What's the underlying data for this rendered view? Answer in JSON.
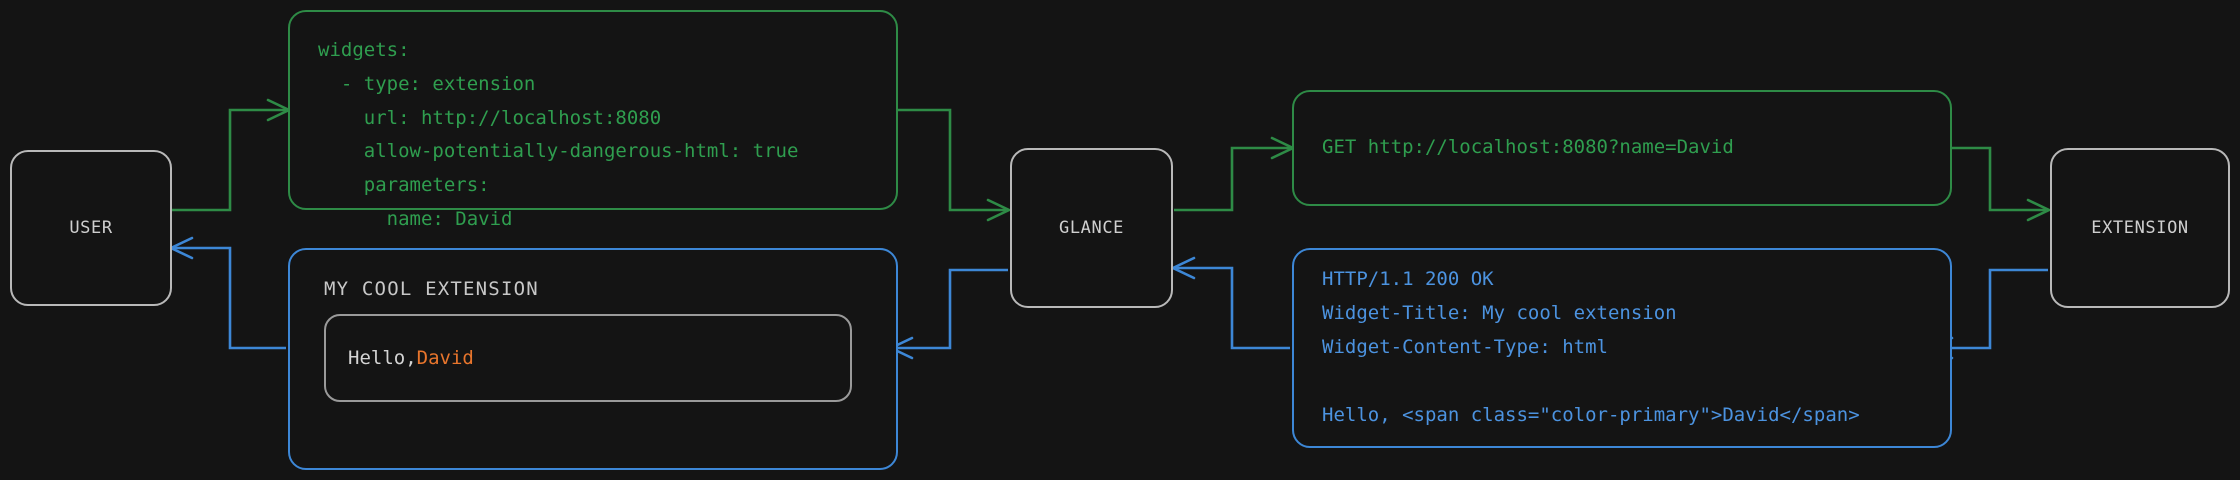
{
  "theme": {
    "background": "#141414",
    "node_border": "#b9b9b9",
    "node_text": "#cfcfcf",
    "green": "#2e8b46",
    "green_text": "#2f9e4f",
    "blue": "#3d87d6",
    "blue_text": "#4c93e0",
    "accent_orange": "#e8752c",
    "widget_border": "#9a9a9a"
  },
  "nodes": {
    "user": {
      "label": "USER"
    },
    "glance": {
      "label": "GLANCE"
    },
    "extension": {
      "label": "EXTENSION"
    }
  },
  "panels": {
    "config": {
      "kind": "yaml-config",
      "color": "green",
      "text": "widgets:\n  - type: extension\n    url: http://localhost:8080\n    allow-potentially-dangerous-html: true\n    parameters:\n      name: David"
    },
    "request": {
      "kind": "http-request",
      "color": "green",
      "text": "GET http://localhost:8080?name=David"
    },
    "response": {
      "kind": "http-response",
      "color": "blue",
      "text": "HTTP/1.1 200 OK\nWidget-Title: My cool extension\nWidget-Content-Type: html\n\nHello, <span class=\"color-primary\">David</span>"
    },
    "widget_preview": {
      "kind": "rendered-widget",
      "color": "blue",
      "title": "MY COOL EXTENSION",
      "greeting": "Hello, ",
      "name": "David"
    }
  },
  "edges": [
    {
      "name": "user-to-config",
      "color": "green",
      "direction": "right"
    },
    {
      "name": "config-to-glance",
      "color": "green",
      "direction": "right"
    },
    {
      "name": "glance-to-request",
      "color": "green",
      "direction": "right"
    },
    {
      "name": "request-to-extension",
      "color": "green",
      "direction": "right"
    },
    {
      "name": "extension-to-response",
      "color": "blue",
      "direction": "left"
    },
    {
      "name": "response-to-glance",
      "color": "blue",
      "direction": "left"
    },
    {
      "name": "glance-to-widget",
      "color": "blue",
      "direction": "left"
    },
    {
      "name": "widget-to-user",
      "color": "blue",
      "direction": "left"
    }
  ]
}
